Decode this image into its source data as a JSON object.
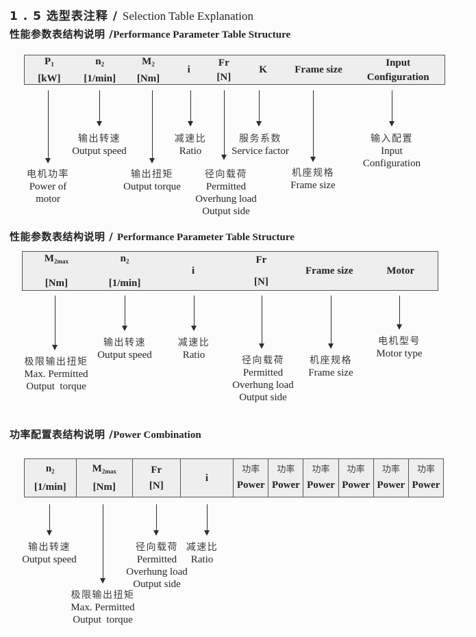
{
  "title": {
    "zh": "1 . 5 选型表注释 / ",
    "en": "Selection Table Explanation"
  },
  "colors": {
    "table_fill": "#eeeeee",
    "table_border": "#565656",
    "arrow": "#2e2e2e",
    "text": "#232323"
  },
  "sections": [
    {
      "heading_zh": "性能参数表结构说明 /",
      "heading_en": "Performance Parameter Table Structure",
      "table": {
        "columns": [
          {
            "sym": "P",
            "sub": "1",
            "unit": "[kW]"
          },
          {
            "sym": "n",
            "sub": "2",
            "unit": "[1/min]"
          },
          {
            "sym": "M",
            "sub": "2",
            "unit": "[Nm]"
          },
          {
            "sym": "i"
          },
          {
            "sym": "Fr",
            "unit": "[N]"
          },
          {
            "sym": "K"
          },
          {
            "sym": "Frame size"
          },
          {
            "sym": "Input",
            "unit": "Configuration"
          }
        ]
      },
      "callouts": [
        {
          "zh": "电机功率",
          "en1": "Power of",
          "en2": "motor"
        },
        {
          "zh": "输出转速",
          "en1": "Output speed"
        },
        {
          "zh": "输出扭矩",
          "en1": "Output torque"
        },
        {
          "zh": "减速比",
          "en1": "Ratio"
        },
        {
          "zh": "径向载荷",
          "en1": "Permitted",
          "en2": "Overhung load",
          "en3": "Output side"
        },
        {
          "zh": "服务系数",
          "en1": "Service factor"
        },
        {
          "zh": "机座规格",
          "en1": "Frame size"
        },
        {
          "zh": "输入配置",
          "en1": "Input",
          "en2": "Configuration"
        }
      ]
    },
    {
      "heading_zh": "性能参数表结构说明 / ",
      "heading_en": "Performance Parameter Table Structure",
      "table": {
        "columns": [
          {
            "sym": "M",
            "sub": "2max",
            "unit": "[Nm]"
          },
          {
            "sym": "n",
            "sub": "2",
            "unit": "[1/min]"
          },
          {
            "sym": "i"
          },
          {
            "sym": "Fr",
            "unit": "[N]"
          },
          {
            "sym": "Frame size"
          },
          {
            "sym": "Motor"
          }
        ]
      },
      "callouts": [
        {
          "zh": "极限输出扭矩",
          "en1": "Max. Permitted",
          "en2": "Output  torque"
        },
        {
          "zh": "输出转速",
          "en1": "Output speed"
        },
        {
          "zh": "减速比",
          "en1": "Ratio"
        },
        {
          "zh": "径向载荷",
          "en1": "Permitted",
          "en2": "Overhung load",
          "en3": "Output side"
        },
        {
          "zh": "机座规格",
          "en1": "Frame size"
        },
        {
          "zh": "电机型号",
          "en1": "Motor type"
        }
      ]
    },
    {
      "heading_zh": "功率配置表结构说明 /",
      "heading_en": "Power Combination",
      "table": {
        "columns": [
          {
            "sym": "n",
            "sub": "2",
            "unit": "[1/min]"
          },
          {
            "sym": "M",
            "sub": "2max",
            "unit": "[Nm]"
          },
          {
            "sym": "Fr",
            "unit": "[N]"
          },
          {
            "sym": "i"
          }
        ],
        "power_columns": [
          {
            "zh": "功率",
            "en": "Power"
          },
          {
            "zh": "功率",
            "en": "Power"
          },
          {
            "zh": "功率",
            "en": "Power"
          },
          {
            "zh": "功率",
            "en": "Power"
          },
          {
            "zh": "功率",
            "en": "Power"
          },
          {
            "zh": "功率",
            "en": "Power"
          }
        ]
      },
      "callouts": [
        {
          "zh": "输出转速",
          "en1": "Output speed"
        },
        {
          "zh": "极限输出扭矩",
          "en1": "Max. Permitted",
          "en2": "Output  torque"
        },
        {
          "zh": "径向载荷",
          "en1": "Permitted",
          "en2": "Overhung load",
          "en3": "Output side"
        },
        {
          "zh": "减速比",
          "en1": "Ratio"
        }
      ]
    }
  ]
}
